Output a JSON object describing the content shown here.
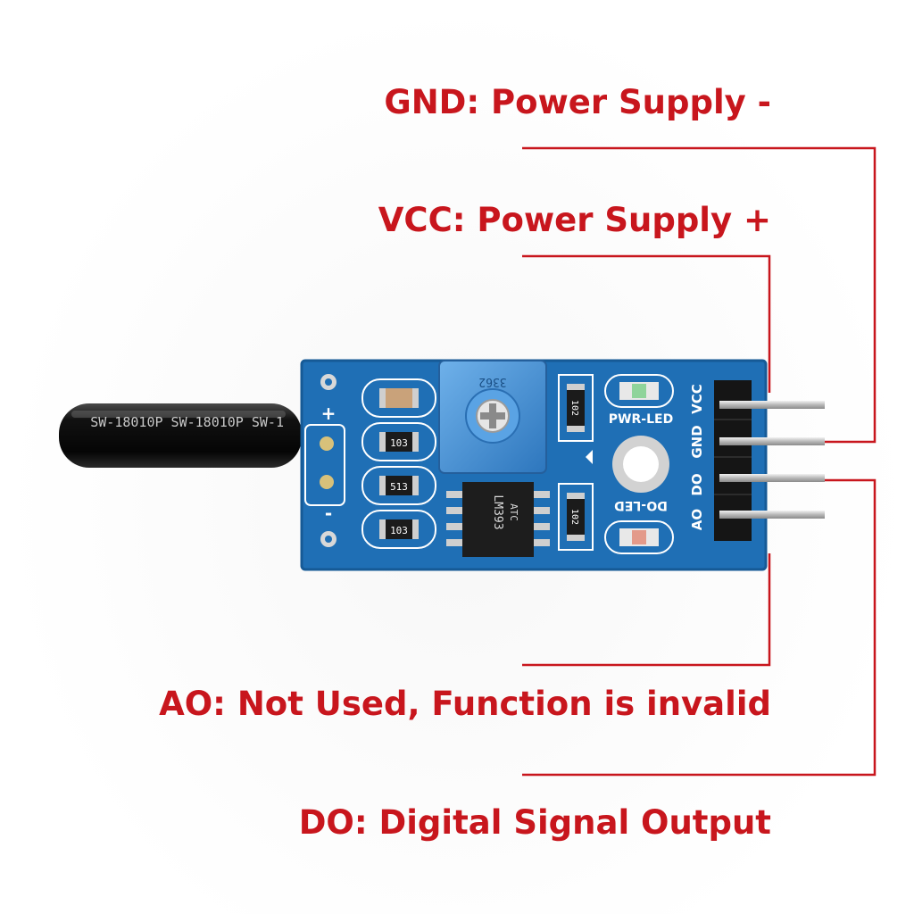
{
  "labels": {
    "gnd": "GND: Power Supply -",
    "vcc": "VCC: Power Supply +",
    "ao": "AO: Not Used, Function is invalid",
    "do": "DO: Digital Signal Output"
  },
  "board": {
    "pin_vcc": "VCC",
    "pin_gnd": "GND",
    "pin_do": "DO",
    "pin_ao": "AO",
    "pwr_led": "PWR-LED",
    "do_led": "DO-LED",
    "plus": "+",
    "minus": "-",
    "sensor_marking": "SW-18010P  SW-18010P  SW-1",
    "pot_marking": "3362",
    "res1": "103",
    "res2": "513",
    "res3": "103",
    "res4": "102",
    "res5": "102",
    "chip_line1": "LM393",
    "chip_line2": "ATC"
  },
  "colors": {
    "label_red": "#c8161d",
    "pcb_blue": "#1f6fb5",
    "pot_blue": "#3f8fd6",
    "header_black": "#151515"
  }
}
